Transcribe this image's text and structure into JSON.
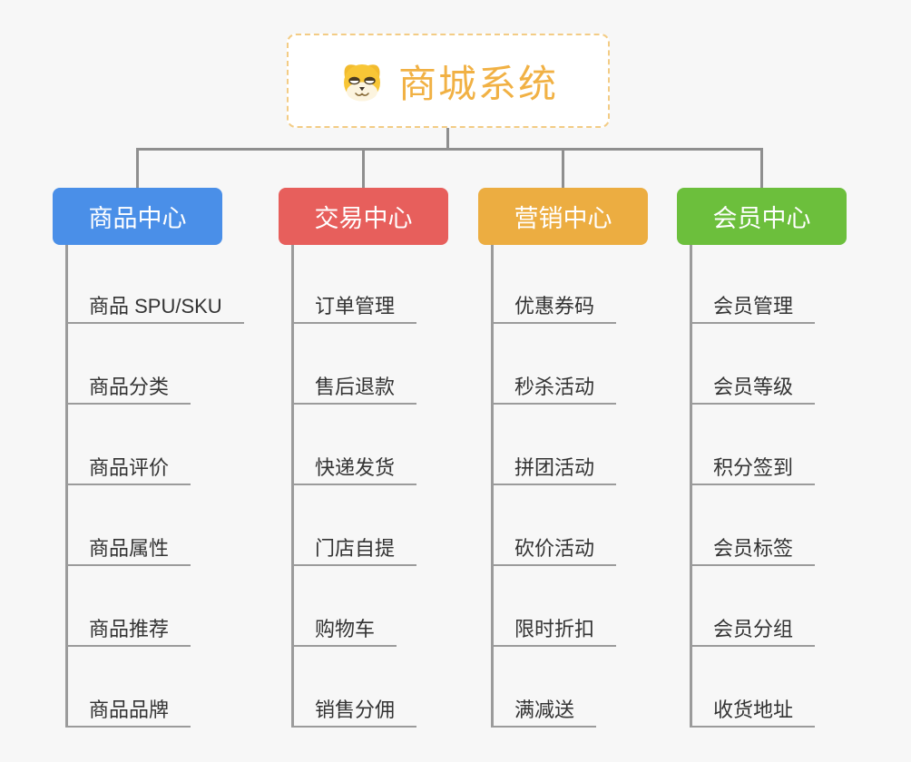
{
  "palette": {
    "background": "#F7F7F7",
    "connector": "#8F8F8F",
    "underline": "#9B9B9B",
    "leaf_text": "#333333",
    "root_text": "#F1B144",
    "root_border": "#F3CC85"
  },
  "root": {
    "title": "商城系统",
    "icon": "dog-face"
  },
  "branches": [
    {
      "label": "商品中心",
      "color": "#4A8FE8",
      "items": [
        "商品 SPU/SKU",
        "商品分类",
        "商品评价",
        "商品属性",
        "商品推荐",
        "商品品牌"
      ]
    },
    {
      "label": "交易中心",
      "color": "#E75F5C",
      "items": [
        "订单管理",
        "售后退款",
        "快递发货",
        "门店自提",
        "购物车",
        "销售分佣"
      ]
    },
    {
      "label": "营销中心",
      "color": "#ECAD41",
      "items": [
        "优惠券码",
        "秒杀活动",
        "拼团活动",
        "砍价活动",
        "限时折扣",
        "满减送"
      ]
    },
    {
      "label": "会员中心",
      "color": "#6CBF3C",
      "items": [
        "会员管理",
        "会员等级",
        "积分签到",
        "会员标签",
        "会员分组",
        "收货地址"
      ]
    }
  ]
}
